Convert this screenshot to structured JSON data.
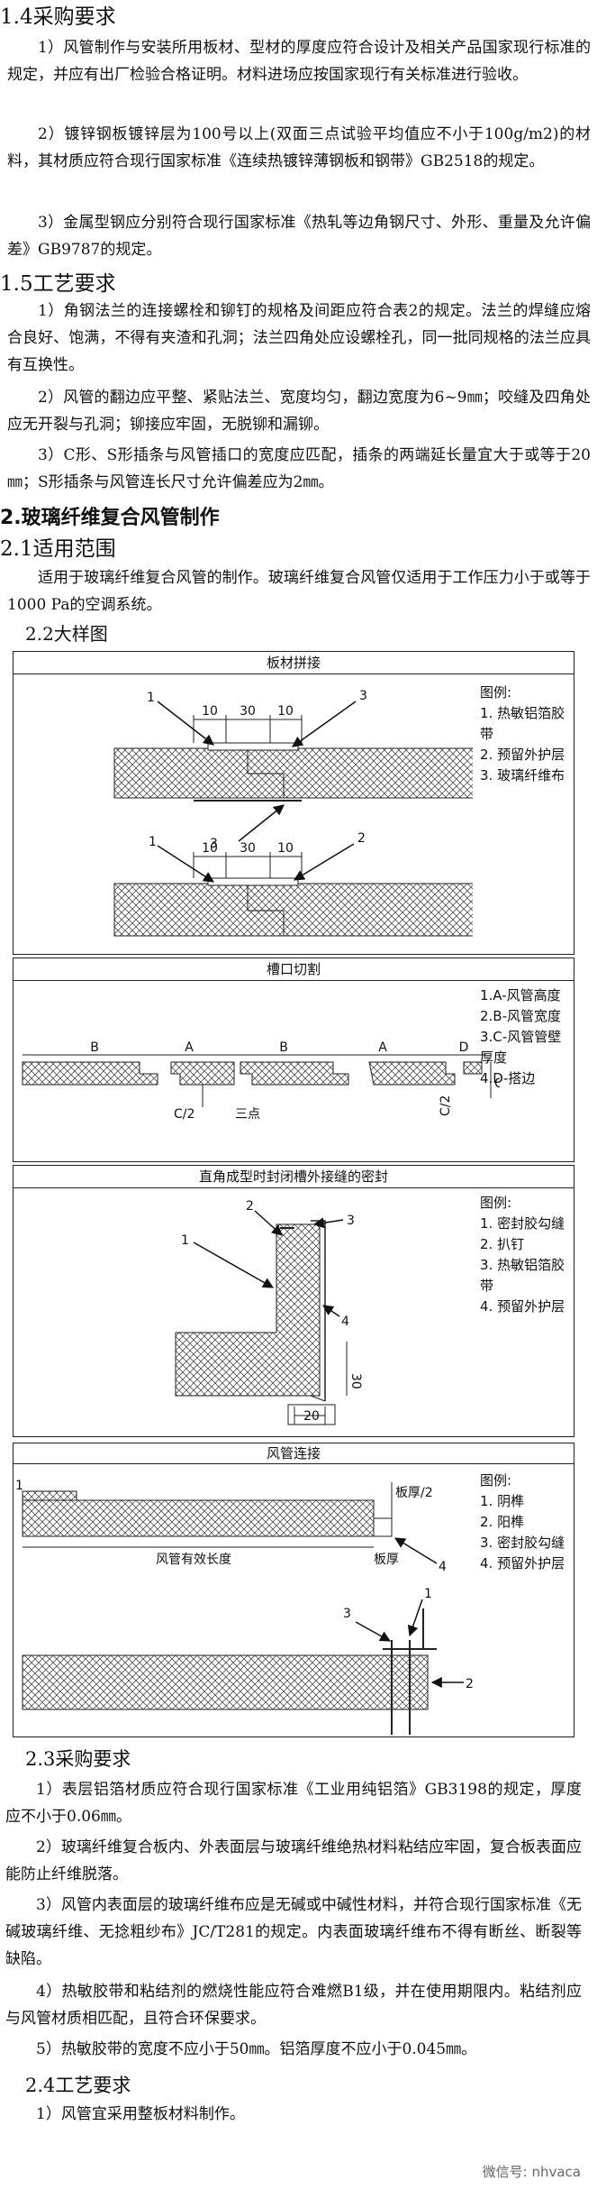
{
  "s14": {
    "title": "1.4采购要求",
    "p1": "1）风管制作与安装所用板材、型材的厚度应符合设计及相关产品国家现行标准的规定，并应有出厂检验合格证明。材料进场应按国家现行有关标准进行验收。",
    "p2": "2）镀锌钢板镀锌层为100号以上(双面三点试验平均值应不小于100g/m2)的材料，其材质应符合现行国家标准《连续热镀锌薄钢板和钢带》GB2518的规定。",
    "p3": "3）金属型钢应分别符合现行国家标准《热轧等边角钢尺寸、外形、重量及允许偏差》GB9787的规定。"
  },
  "s15": {
    "title": "1.5工艺要求",
    "p1": "1）角钢法兰的连接螺栓和铆钉的规格及间距应符合表2的规定。法兰的焊缝应熔合良好、饱满，不得有夹渣和孔洞；法兰四角处应设螺栓孔，同一批同规格的法兰应具有互换性。",
    "p2": "2）风管的翻边应平整、紧贴法兰、宽度均匀，翻边宽度为6~9㎜；咬缝及四角处应无开裂与孔洞；铆接应牢固，无脱铆和漏铆。",
    "p3": "3）C形、S形插条与风管插口的宽度应匹配，插条的两端延长量宜大于或等于20㎜；S形插条与风管连长尺寸允许偏差应为2㎜。"
  },
  "s2": {
    "title": "2.玻璃纤维复合风管制作"
  },
  "s21": {
    "title": "2.1适用范围",
    "p1": "适用于玻璃纤维复合风管的制作。玻璃纤维复合风管仅适用于工作压力小于或等于1000 Pa的空调系统。"
  },
  "s22": {
    "title": "2.2大样图"
  },
  "panel1": {
    "title": "板材拼接",
    "legend_title": "图例:",
    "legend": [
      "1. 热敏铝箔胶带",
      "2. 预留外护层",
      "3. 玻璃纤维布"
    ],
    "dims": [
      "10",
      "30",
      "10"
    ],
    "callouts": [
      "1",
      "3",
      "3",
      "1",
      "2"
    ]
  },
  "panel2": {
    "title": "槽口切割",
    "legend": [
      "1.A-风管高度",
      "2.B-风管宽度",
      "3.C-风管管壁厚度",
      "4.D-搭边"
    ],
    "labels": [
      "B",
      "A",
      "B",
      "A",
      "D",
      "C",
      "C/2",
      "三点",
      "C/2"
    ]
  },
  "panel3": {
    "title": "直角成型时封闭槽外接缝的密封",
    "legend_title": "图例:",
    "legend": [
      "1. 密封胶勾缝",
      "2. 扒钉",
      "3. 热敏铝箔胶带",
      "4. 预留外护层"
    ],
    "callouts": [
      "2",
      "3",
      "1",
      "4"
    ],
    "dims": [
      "30",
      "20"
    ]
  },
  "panel4": {
    "title": "风管连接",
    "legend_title": "图例:",
    "legend": [
      "1. 阴榫",
      "2. 阳榫",
      "3. 密封胶勾缝",
      "4. 预留外护层"
    ],
    "labels": [
      "板厚/2",
      "风管有效长度",
      "板厚"
    ],
    "callouts": [
      "1",
      "4",
      "1",
      "3",
      "2"
    ]
  },
  "s23": {
    "title": "2.3采购要求",
    "p1": "1）表层铝箔材质应符合现行国家标准《工业用纯铝箔》GB3198的规定，厚度应不小于0.06㎜。",
    "p2": "2）玻璃纤维复合板内、外表面层与玻璃纤维绝热材料粘结应牢固，复合板表面应能防止纤维脱落。",
    "p3": "3）风管内表面层的玻璃纤维布应是无碱或中碱性材料，并符合现行国家标准《无碱玻璃纤维、无捻粗纱布》JC/T281的规定。内表面玻璃纤维布不得有断丝、断裂等缺陷。",
    "p4": "4）热敏胶带和粘结剂的燃烧性能应符合难燃B1级，并在使用期限内。粘结剂应与风管材质相匹配，且符合环保要求。",
    "p5": "5）热敏胶带的宽度不应小于50㎜。铝箔厚度不应小于0.045㎜。"
  },
  "s24": {
    "title": "2.4工艺要求",
    "p1": "1）风管宜采用整板材料制作。"
  },
  "watermark": "微信号: nhvaca"
}
